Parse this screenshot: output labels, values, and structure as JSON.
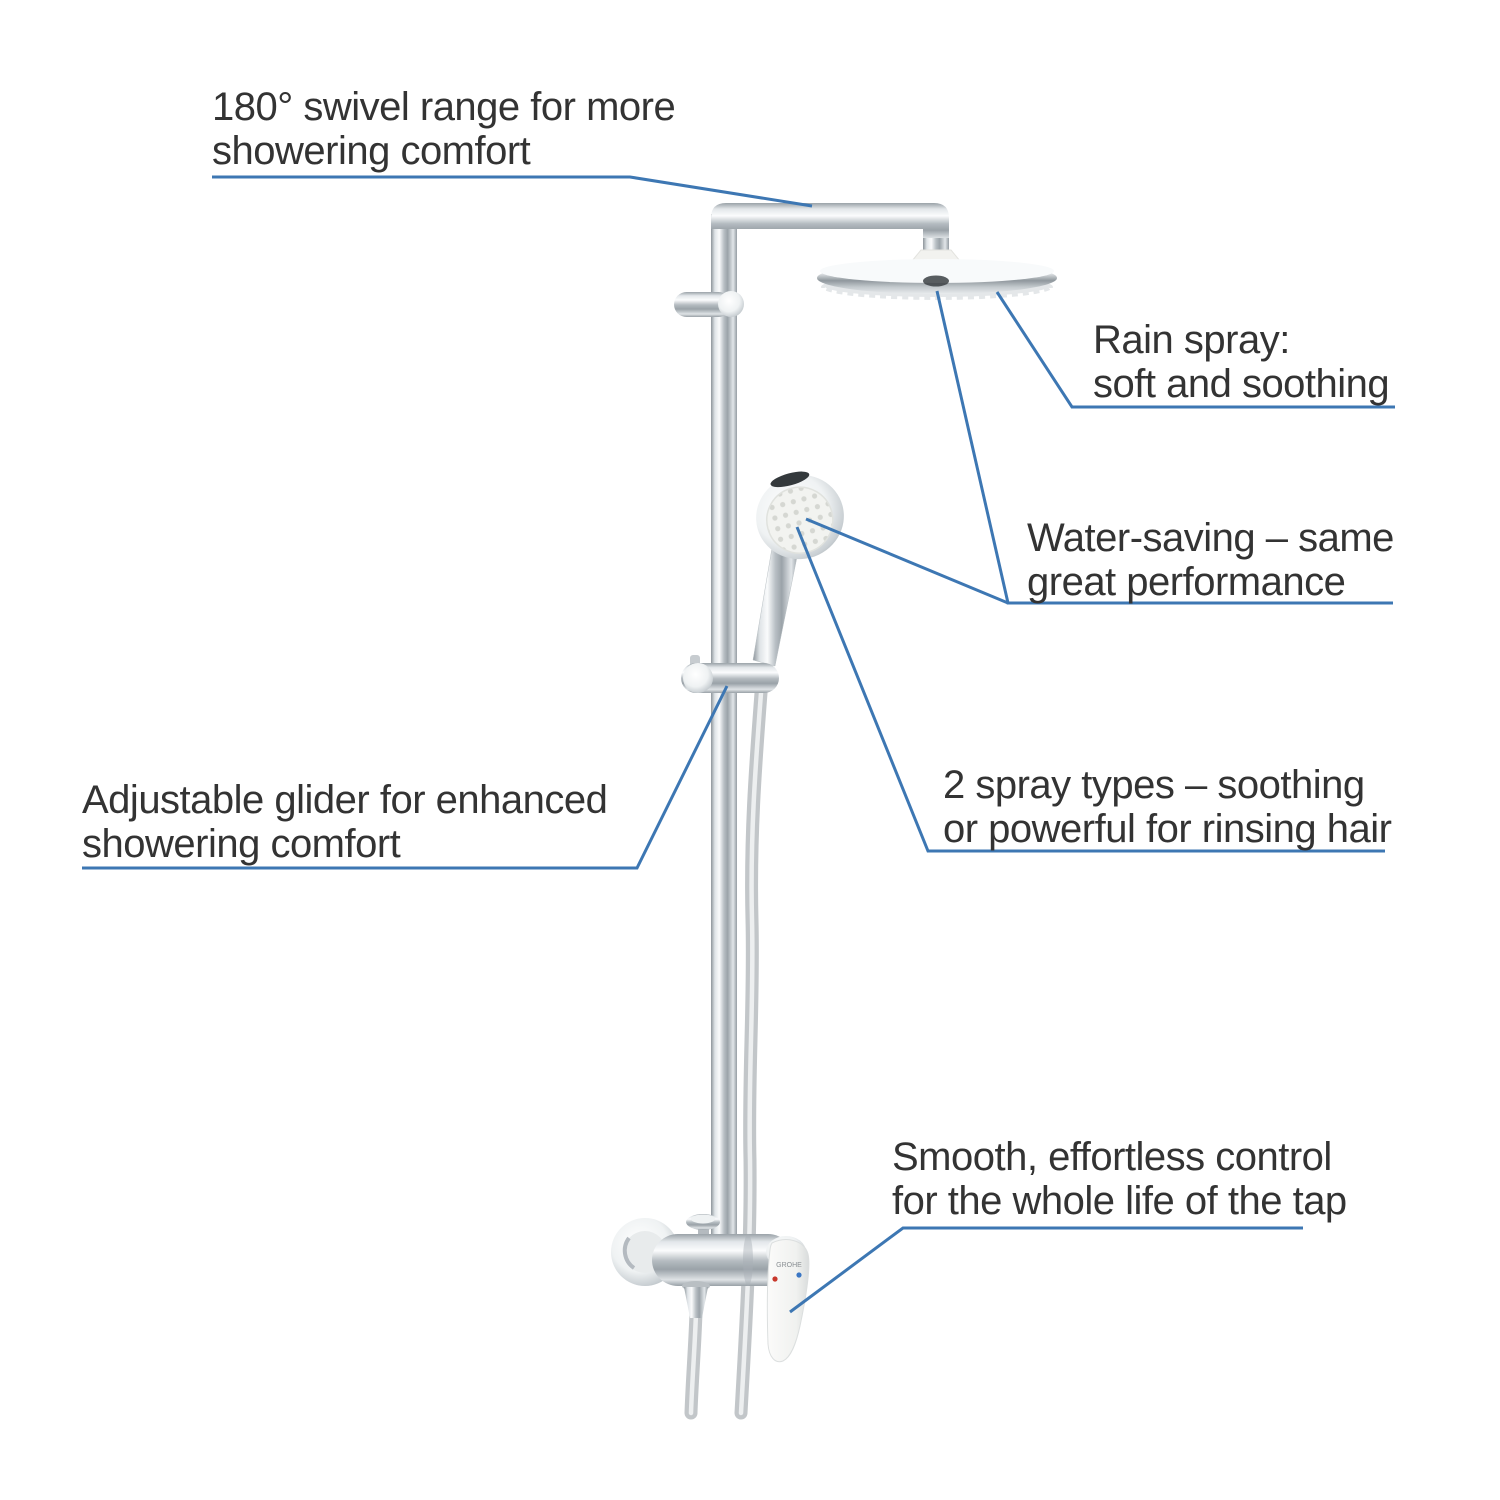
{
  "page": {
    "background": "#ffffff",
    "type_note": "product feature callout diagram"
  },
  "product": {
    "kind": "shower system with rain head, hand shower, rail and mixer tap",
    "logo": "GROHE",
    "colors": {
      "chrome_light": "#fafbfc",
      "chrome_mid": "#b8bfc4",
      "chrome_dark": "#8d959b",
      "white_face": "#f2f3f0",
      "hot_dot": "#c8382c",
      "cold_dot": "#3a76c4"
    }
  },
  "annotations": {
    "line_color": "#3d77b3",
    "text_color": "#333333",
    "items": [
      {
        "id": "swivel-range",
        "text": "180° swivel range for more\nshowering comfort"
      },
      {
        "id": "rain-spray",
        "text": "Rain spray:\nsoft and soothing"
      },
      {
        "id": "water-saving",
        "text": "Water-saving – same\ngreat performance"
      },
      {
        "id": "glider",
        "text": "Adjustable glider for enhanced\nshowering comfort"
      },
      {
        "id": "spray-types",
        "text": "2 spray types – soothing\nor powerful for rinsing hair"
      },
      {
        "id": "smooth-control",
        "text": "Smooth, effortless control\nfor the whole life of the tap"
      }
    ]
  }
}
